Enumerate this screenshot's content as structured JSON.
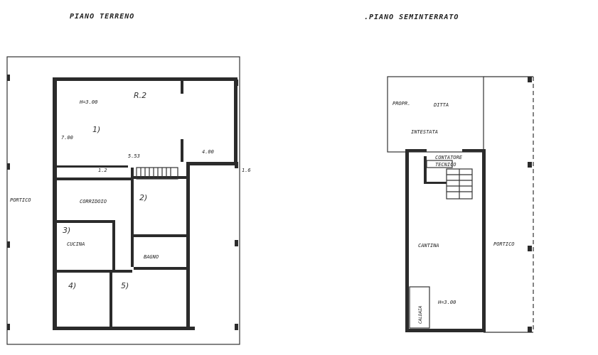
{
  "titles": {
    "ground_floor": "PIANO  TERRENO",
    "basement": ".PIANO   SEMINTERRATO"
  },
  "ground_floor": {
    "portico": "PORTICO",
    "room_r2": "R.2",
    "height": "H=3.00",
    "dim_length": "5.53",
    "dim_width": "4.00",
    "dim_side": "7.00",
    "room_1": "1)",
    "room_2": "2)",
    "room_3": "3)",
    "room_4": "4)",
    "room_5": "5)",
    "corridoio": "CORRIDOIO",
    "cucina": "CUCINA",
    "bagno": "BAGNO",
    "dim_stair": "1.2",
    "dim_edge": "1.6"
  },
  "basement": {
    "propr": "PROPR.",
    "ditta": "DITTA",
    "intestata": "INTESTATA",
    "contatore": "CONTATORE",
    "tecnico": "TECNICO",
    "cantina": "CANTINA",
    "portico": "PORTICO",
    "height": "H=3.00",
    "caldaia": "CALDAIA"
  }
}
